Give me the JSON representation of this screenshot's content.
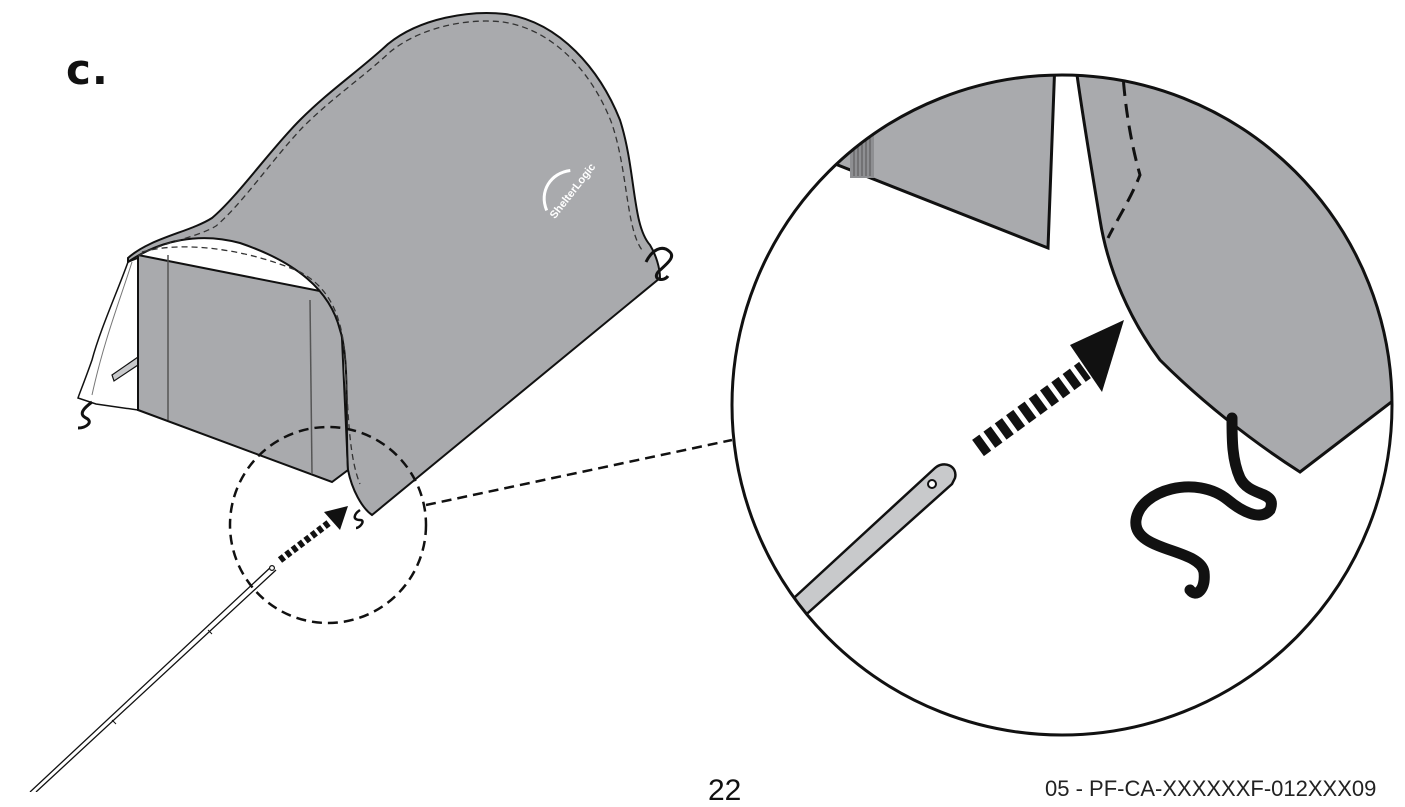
{
  "step": {
    "label": "c."
  },
  "branding": {
    "logo_text": "ShelterLogic"
  },
  "footer": {
    "page_number": "22",
    "document_code": "05 - PF-CA-XXXXXXF-012XXX09"
  },
  "colors": {
    "cover_fill": "#a9aaad",
    "cover_fill_light": "#b4b5b8",
    "outline": "#111111",
    "pole_fill": "#c8c9cb",
    "background": "#ffffff"
  },
  "icons": {
    "insert_arrow": "dashed-arrow-icon",
    "bungee_cord": "bungee-cord-icon",
    "detail_callout": "magnifier-circle-icon"
  }
}
